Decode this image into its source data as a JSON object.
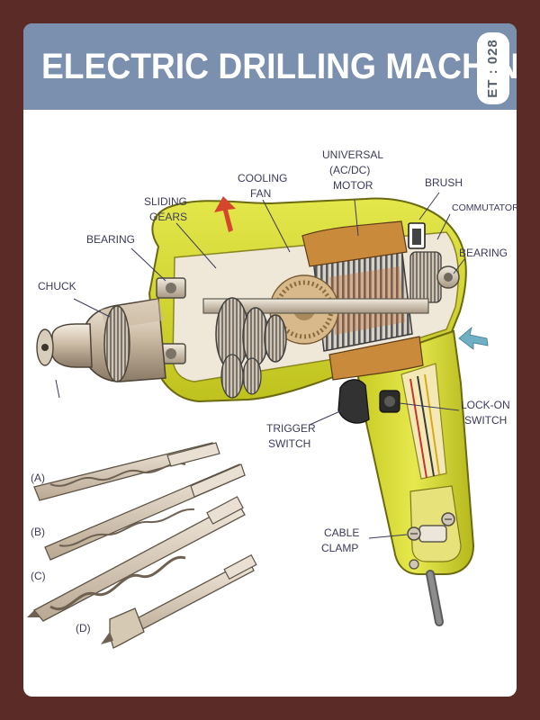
{
  "header": {
    "title": "ELECTRIC DRILLING MACHINE",
    "code": "ET : 028"
  },
  "labels": {
    "chuck": "CHUCK",
    "bearing_front": "BEARING",
    "sliding_gears_1": "SLIDING",
    "sliding_gears_2": "GEARS",
    "cooling_fan_1": "COOLING",
    "cooling_fan_2": "FAN",
    "motor_1": "UNIVERSAL",
    "motor_2": "(AC/DC)",
    "motor_3": "MOTOR",
    "brush": "BRUSH",
    "commutator": "COMMUTATOR",
    "bearing_rear": "BEARING",
    "lock_on_1": "LOCK-ON",
    "lock_on_2": "SWITCH",
    "trigger_1": "TRIGGER",
    "trigger_2": "SWITCH",
    "cable_clamp_1": "CABLE",
    "cable_clamp_2": "CLAMP"
  },
  "bits": [
    "(A)",
    "(B)",
    "(C)",
    "(D)"
  ],
  "colors": {
    "frame": "#5a2b27",
    "banner": "#7b8fae",
    "body": "#d8dd2c",
    "arrow_hot": "#d6462e",
    "arrow_cool": "#6fb0c4"
  }
}
